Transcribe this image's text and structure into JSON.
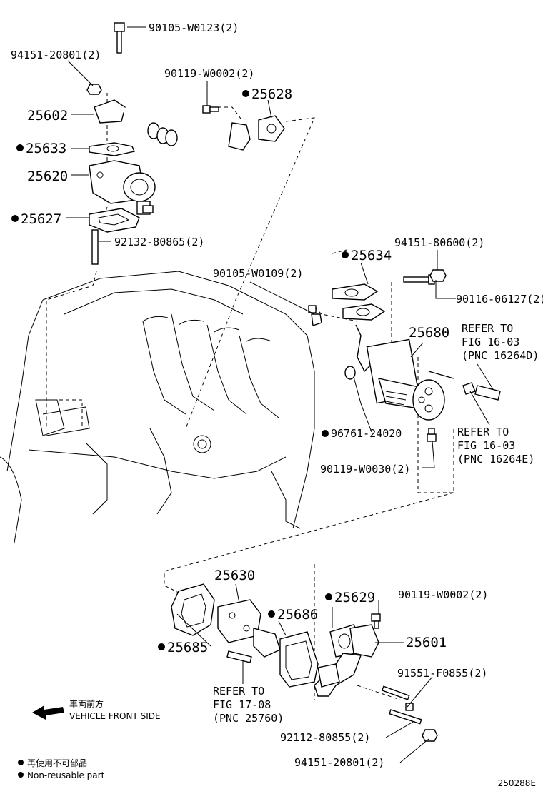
{
  "labels": {
    "l_90105_W0123": "90105-W0123(2)",
    "l_94151_20801_top": "94151-20801(2)",
    "l_90119_W0002_top": "90119-W0002(2)",
    "l_25628": "25628",
    "l_25602": "25602",
    "l_25633": "25633",
    "l_25620": "25620",
    "l_25627": "25627",
    "l_92132_80865": "92132-80865(2)",
    "l_94151_80600": "94151-80600(2)",
    "l_25634": "25634",
    "l_90105_W0109": "90105-W0109(2)",
    "l_90116_06127": "90116-06127(2)",
    "l_25680": "25680",
    "l_refer_16264d_1": "REFER TO",
    "l_refer_16264d_2": "FIG 16-03",
    "l_refer_16264d_3": "(PNC 16264D)",
    "l_refer_16264e_1": "REFER TO",
    "l_refer_16264e_2": "FIG 16-03",
    "l_refer_16264e_3": "(PNC 16264E)",
    "l_96761_24020": "96761-24020",
    "l_90119_W0030": "90119-W0030(2)",
    "l_25630": "25630",
    "l_25629": "25629",
    "l_90119_W0002_bot": "90119-W0002(2)",
    "l_25686": "25686",
    "l_25601": "25601",
    "l_25685": "25685",
    "l_91551_F0855": "91551-F0855(2)",
    "l_refer_25760_1": "REFER TO",
    "l_refer_25760_2": "FIG 17-08",
    "l_refer_25760_3": "(PNC 25760)",
    "l_92112_80855": "92112-80855(2)",
    "l_94151_20801_bot": "94151-20801(2)"
  },
  "legend": {
    "front_jp": "車両前方",
    "front_en": "VEHICLE FRONT SIDE",
    "nonreuse_jp": "再使用不可部品",
    "nonreuse_en": "Non-reusable part"
  },
  "figure_id": "250288E"
}
